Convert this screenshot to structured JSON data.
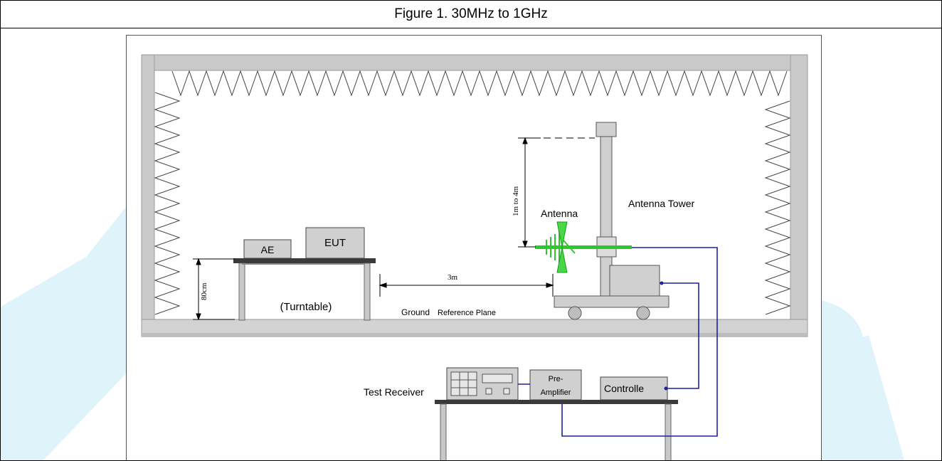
{
  "title": "Figure 1. 30MHz to 1GHz",
  "labels": {
    "ae": "AE",
    "eut": "EUT",
    "height_80cm": "80cm",
    "turntable": "(Turntable)",
    "distance_3m": "3m",
    "ground_plane_1": "Ground",
    "ground_plane_2": "Reference Plane",
    "antenna": "Antenna",
    "antenna_tower": "Antenna Tower",
    "height_range": "1m to 4m",
    "test_receiver": "Test Receiver",
    "pre_amplifier_1": "Pre-",
    "pre_amplifier_2": "Amplifier",
    "controller": "Controlle"
  },
  "colors": {
    "watermark": "#dff3fb",
    "wall": "#c9c9c9",
    "equipment": "#d0d0d0",
    "antenna_element": "#2cc92c",
    "cable": "#1f1f9e",
    "table_top": "#3a3a3a"
  }
}
